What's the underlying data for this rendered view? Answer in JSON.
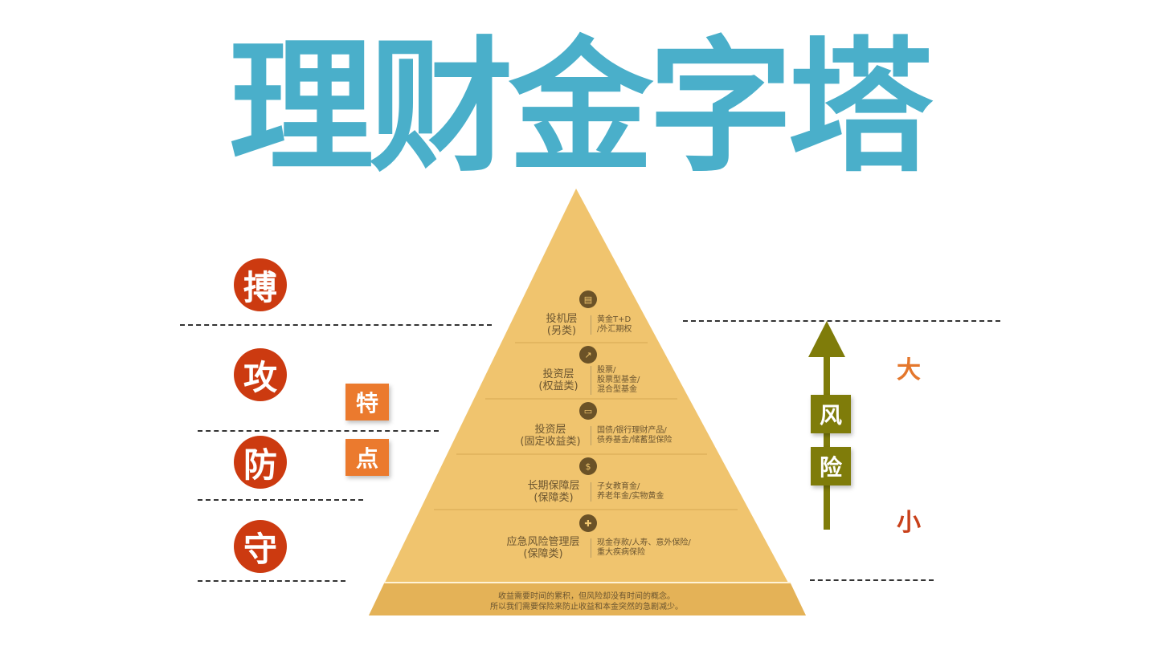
{
  "title": "理财金字塔",
  "stance": {
    "labels": [
      "搏",
      "攻",
      "防",
      "守"
    ],
    "feature_chars": [
      "特",
      "点"
    ]
  },
  "risk": {
    "chars": [
      "风",
      "险"
    ],
    "high": "大",
    "low": "小",
    "arrow_color": "#7f7c0a"
  },
  "pyramid": {
    "layers": [
      {
        "name": "投机层",
        "sub": "(另类)",
        "items": [
          "黄金T+D",
          "/外汇期权"
        ],
        "icon": "gold-bars-icon"
      },
      {
        "name": "投资层",
        "sub": "(权益类)",
        "items": [
          "股票/",
          "股票型基金/",
          "混合型基金"
        ],
        "icon": "chart-icon"
      },
      {
        "name": "投资层",
        "sub": "(固定收益类)",
        "items": [
          "国债/银行理财产品/",
          "债券基金/储蓄型保险"
        ],
        "icon": "card-icon"
      },
      {
        "name": "长期保障层",
        "sub": "(保障类)",
        "items": [
          "子女教育金/",
          "养老年金/实物黄金"
        ],
        "icon": "money-bag-icon"
      },
      {
        "name": "应急风险管理层",
        "sub": "(保障类)",
        "items": [
          "现金存款/人寿、意外保险/",
          "重大疾病保险"
        ],
        "icon": "medical-bag-icon"
      }
    ],
    "footer": [
      "收益需要时间的累积，但风险却没有时间的概念。",
      "所以我们需要保险来防止收益和本金突然的急剧减少。"
    ]
  },
  "colors": {
    "title": "#4aafca",
    "stance_circle": "#cc3a10",
    "feature_box": "#eb7a2e",
    "risk_box": "#7f7c0a",
    "pyramid": "#f0c46e",
    "risk_high": "#e4772c",
    "risk_low": "#c8401a"
  }
}
